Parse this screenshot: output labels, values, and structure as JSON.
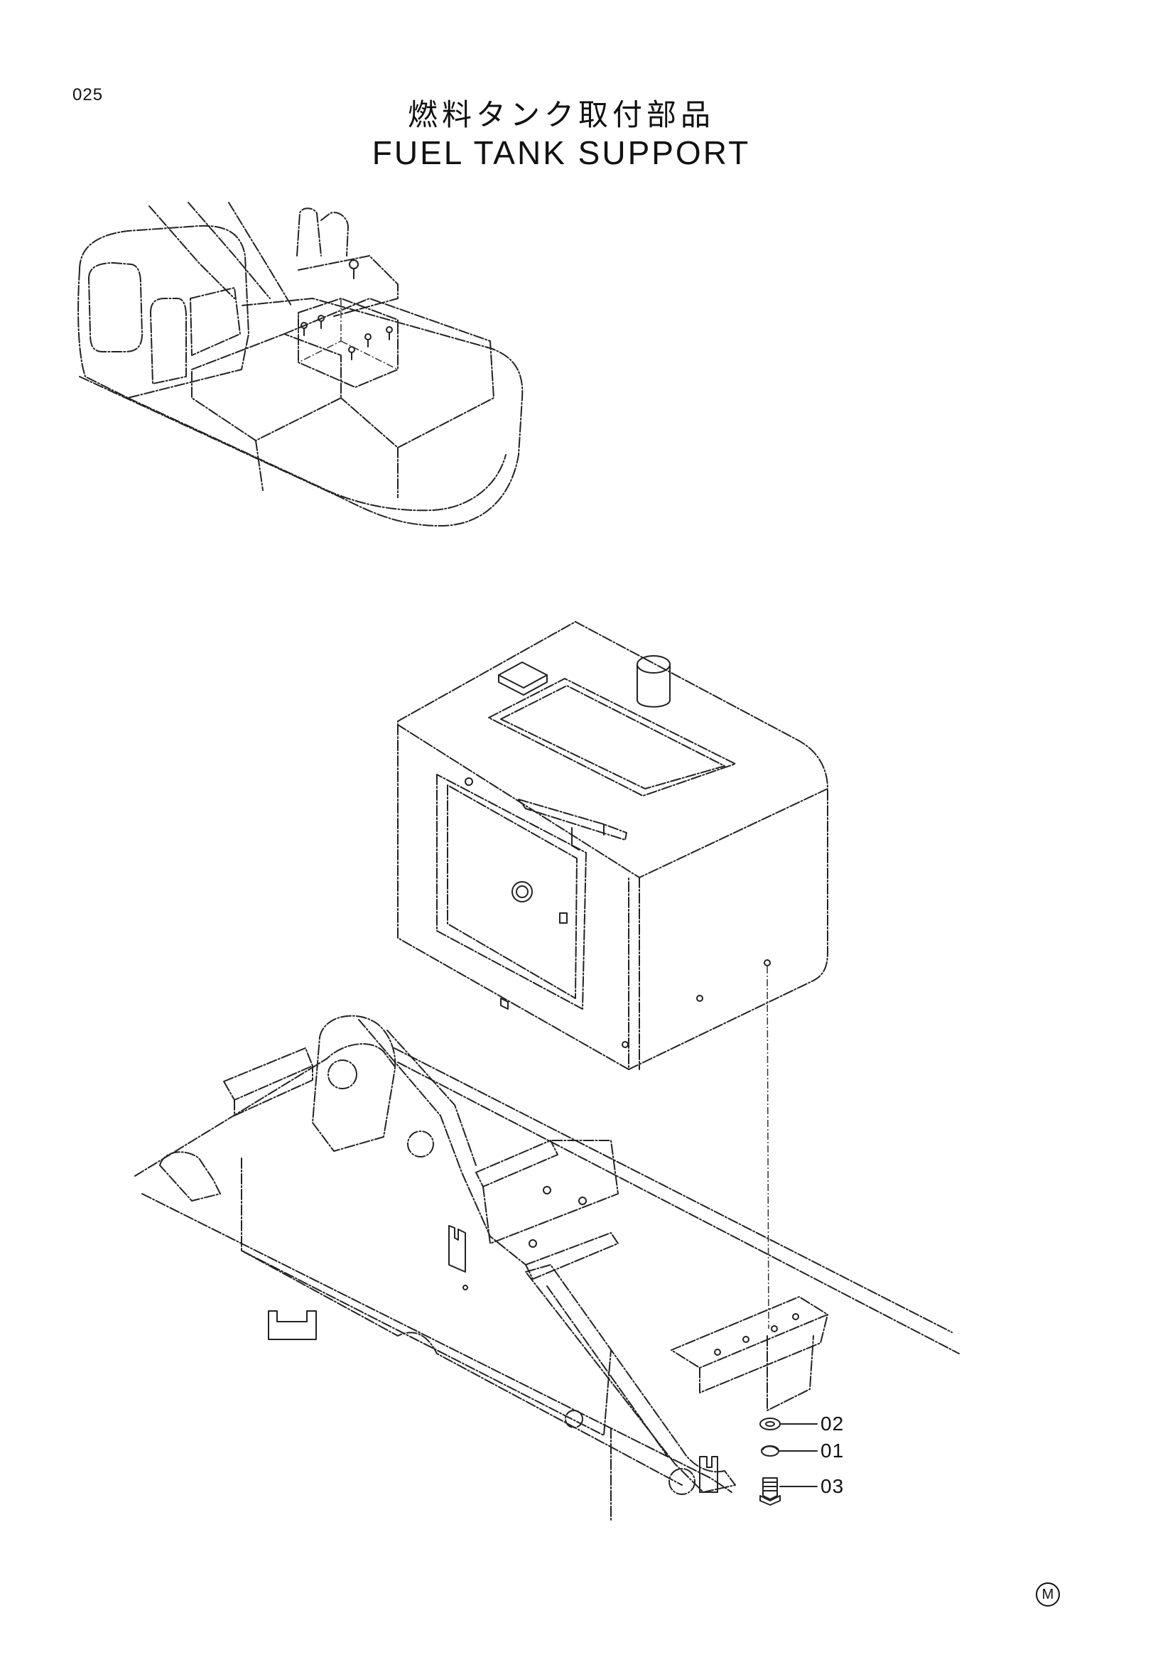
{
  "page_number": "025",
  "title_jp": "燃料タンク取付部品",
  "title_en": "FUEL TANK SUPPORT",
  "callouts": [
    {
      "label": "02",
      "part": "washer"
    },
    {
      "label": "01",
      "part": "spring-washer"
    },
    {
      "label": "03",
      "part": "bolt"
    }
  ],
  "manufacturer_mark": "M"
}
